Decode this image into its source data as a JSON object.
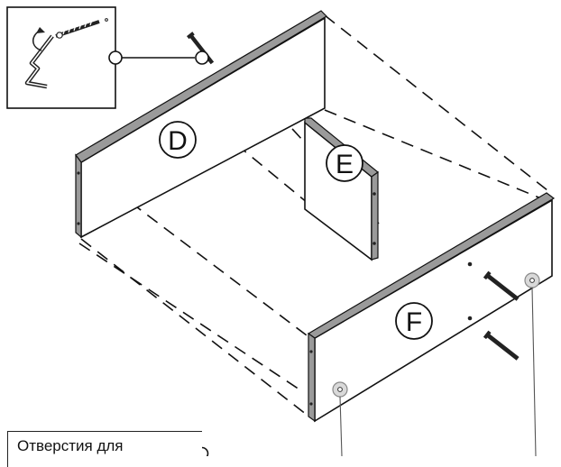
{
  "parts": {
    "d": "D",
    "e": "E",
    "f": "F"
  },
  "callout": {
    "text": "Отверстия для"
  },
  "icons": {
    "inset": "screwdriver-screw-icon",
    "screw": "screw-icon",
    "cam": "cam-lock-icon"
  }
}
